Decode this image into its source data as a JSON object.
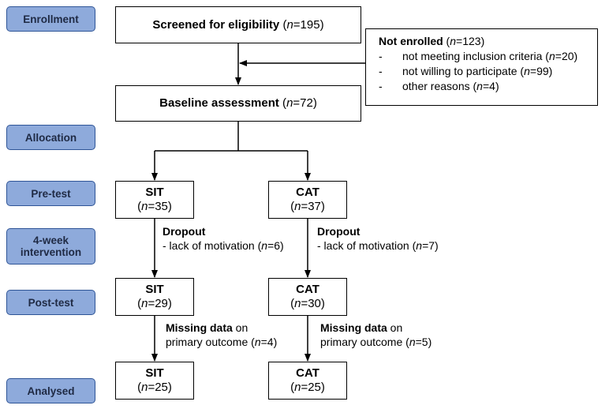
{
  "stages": {
    "enrollment": "Enrollment",
    "allocation": "Allocation",
    "pretest": "Pre-test",
    "intervention": "4-week intervention",
    "posttest": "Post-test",
    "analysed": "Analysed"
  },
  "screened": {
    "label": "Screened for eligibility",
    "n_symbol": "n",
    "n_value": "=195"
  },
  "not_enrolled": {
    "label": "Not enrolled",
    "n_symbol": "n",
    "n_value": "=123",
    "reasons": [
      {
        "text": "not meeting inclusion criteria",
        "n_symbol": "n",
        "n_value": "=20"
      },
      {
        "text": "not willing to participate",
        "n_symbol": "n",
        "n_value": "=99"
      },
      {
        "text": "other reasons",
        "n_symbol": "n",
        "n_value": "=4"
      }
    ]
  },
  "baseline": {
    "label": "Baseline assessment",
    "n_symbol": "n",
    "n_value": "=72"
  },
  "sit": {
    "name": "SIT",
    "pretest": {
      "n_symbol": "n",
      "n_value": "=35"
    },
    "dropout": {
      "title": "Dropout",
      "reason": "- lack of motivation",
      "n_symbol": "n",
      "n_value": "=6"
    },
    "posttest": {
      "n_symbol": "n",
      "n_value": "=29"
    },
    "missing": {
      "title": "Missing data",
      "suffix": " on",
      "line2": "primary outcome",
      "n_symbol": "n",
      "n_value": "=4"
    },
    "analysed": {
      "n_symbol": "n",
      "n_value": "=25"
    }
  },
  "cat": {
    "name": "CAT",
    "pretest": {
      "n_symbol": "n",
      "n_value": "=37"
    },
    "dropout": {
      "title": "Dropout",
      "reason": "- lack of motivation",
      "n_symbol": "n",
      "n_value": "=7"
    },
    "posttest": {
      "n_symbol": "n",
      "n_value": "=30"
    },
    "missing": {
      "title": "Missing data",
      "suffix": " on",
      "line2": "primary outcome",
      "n_symbol": "n",
      "n_value": "=5"
    },
    "analysed": {
      "n_symbol": "n",
      "n_value": "=25"
    }
  }
}
